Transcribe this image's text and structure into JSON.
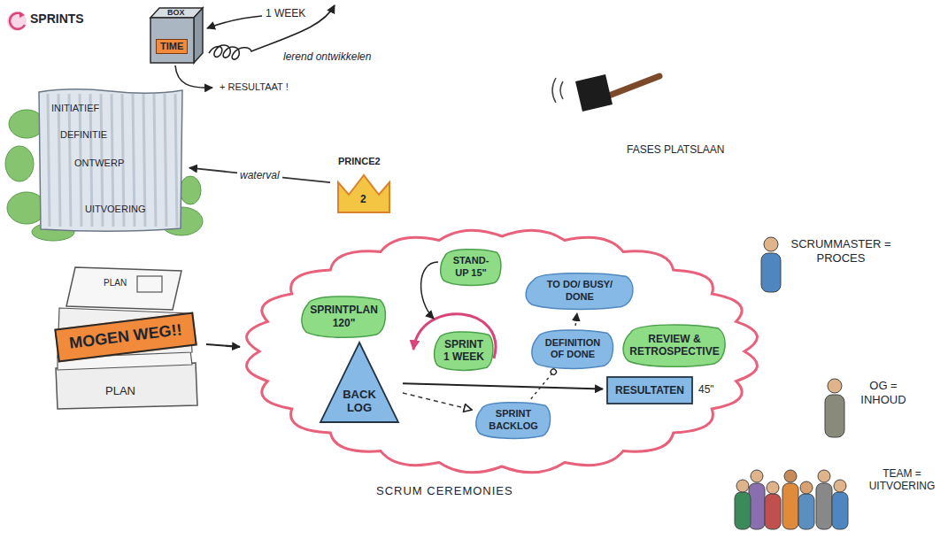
{
  "diagram": {
    "nodes": [
      {
        "text": [
          "BOX",
          "TIME"
        ]
      },
      {
        "text": [
          "INITIATIEF",
          "DEFINITIE",
          "ONTWERP",
          "UITVOERING"
        ]
      },
      {
        "text": [
          "PRINCE2",
          "2"
        ]
      },
      {
        "text": [
          "PLAN",
          "MOGEN WEG!!",
          "PLAN"
        ]
      },
      {
        "text": [
          "SCRUM CEREMONIES"
        ]
      },
      {
        "text": [
          "SPRINTPLAN 120\""
        ],
        "in": 4
      },
      {
        "text": [
          "BACK LOG"
        ],
        "in": 4
      },
      {
        "text": [
          "STAND-UP 15\""
        ],
        "in": 4
      },
      {
        "text": [
          "SPRINT 1 WEEK"
        ],
        "in": 4
      },
      {
        "text": [
          "TO DO/ BUSY/ DONE"
        ],
        "in": 4
      },
      {
        "text": [
          "DEFINITION OF DONE"
        ],
        "in": 4
      },
      {
        "text": [
          "REVIEW & RETROSPECTIVE"
        ],
        "in": 4
      },
      {
        "text": [
          "RESULTATEN",
          "45\""
        ],
        "in": 4
      },
      {
        "text": [
          "SPRINT BACKLOG"
        ],
        "in": 4
      }
    ],
    "edges": [
      {
        "from": 2,
        "to": 1,
        "arrow": "to",
        "label": "waterval"
      },
      {
        "from": 3,
        "to": 4,
        "arrow": "to"
      },
      {
        "from": 6,
        "to": 12,
        "arrow": "to"
      },
      {
        "from": 6,
        "to": 13,
        "arrow": "to"
      },
      {
        "from": 13,
        "to": 10,
        "arrow": "none"
      },
      {
        "from": 10,
        "to": 9,
        "arrow": "to"
      }
    ],
    "labels": [
      "SPRINTS",
      "1 WEEK",
      "lerend ontwikkelen",
      "+ RESULTAAT !",
      "FASES PLATSLAAN",
      "SCRUMMASTER = PROCES",
      "OG = INHOUD",
      "TEAM = UITVOERING"
    ]
  }
}
